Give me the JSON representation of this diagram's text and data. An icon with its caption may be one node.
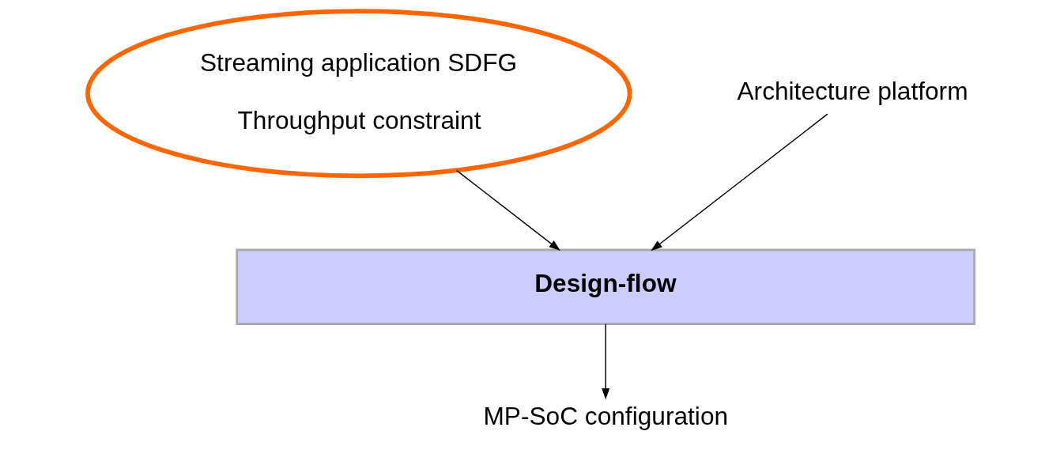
{
  "diagram": {
    "nodes": [
      {
        "text": [
          "Streaming application SDFG",
          "Throughput constraint"
        ]
      },
      {
        "text": [
          "Architecture platform"
        ]
      },
      {
        "text": [
          "Design-flow"
        ]
      },
      {
        "text": [
          "MP-SoC configuration"
        ]
      }
    ],
    "edges": [
      {
        "from": 0,
        "to": 2,
        "arrow": "to"
      },
      {
        "from": 1,
        "to": 2,
        "arrow": "to"
      },
      {
        "from": 2,
        "to": 3,
        "arrow": "to"
      }
    ]
  }
}
